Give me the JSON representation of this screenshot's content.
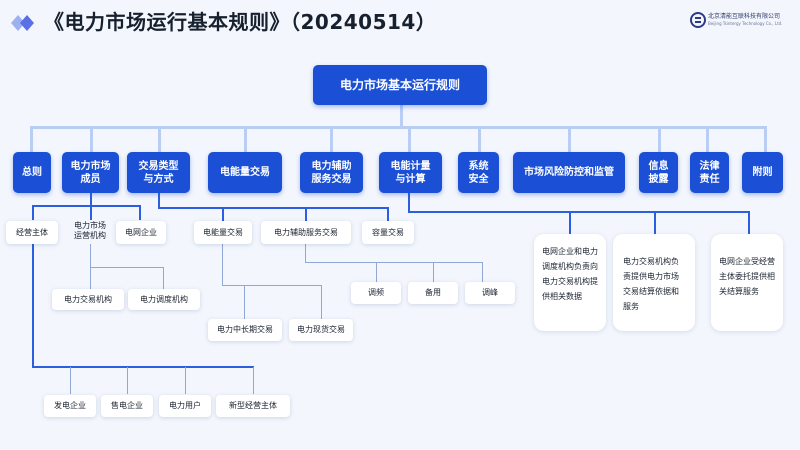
{
  "header": {
    "title": "《电力市场运行基本规则》（20240514）",
    "brand_name": "北京清能互联科技有限公司",
    "brand_sub": "Beijing Tsintergy Technology Co., Ltd."
  },
  "root": {
    "label": "电力市场基本运行规则"
  },
  "chapters": [
    {
      "label": "总则"
    },
    {
      "label": "电力市场\n成员"
    },
    {
      "label": "交易类型\n与方式"
    },
    {
      "label": "电能量交易"
    },
    {
      "label": "电力辅助\n服务交易"
    },
    {
      "label": "电能计量\n与计算"
    },
    {
      "label": "系统\n安全"
    },
    {
      "label": "市场风险防控和监管"
    },
    {
      "label": "信息\n披露"
    },
    {
      "label": "法律\n责任"
    },
    {
      "label": "附则"
    }
  ],
  "members": {
    "operator": "经营主体",
    "institutions": "电力市场\n运营机构",
    "grid": "电网企业",
    "exchange": "电力交易机构",
    "dispatch": "电力调度机构",
    "entities": [
      {
        "label": "发电企业"
      },
      {
        "label": "售电企业"
      },
      {
        "label": "电力用户"
      },
      {
        "label": "新型经营主体"
      }
    ]
  },
  "trading": {
    "energy": "电能量交易",
    "ancillary": "电力辅助服务交易",
    "capacity": "容量交易",
    "mid_long": "电力中长期交易",
    "spot": "电力现货交易",
    "ancillary_items": [
      {
        "label": "调频"
      },
      {
        "label": "备用"
      },
      {
        "label": "调峰"
      }
    ]
  },
  "metering": {
    "cards": [
      {
        "text": "电网企业和电力调度机构负责向电力交易机构提供相关数据"
      },
      {
        "text": "电力交易机构负责提供电力市场交易结算依据和服务"
      },
      {
        "text": "电网企业受经营主体委托提供相关结算服务"
      }
    ]
  }
}
